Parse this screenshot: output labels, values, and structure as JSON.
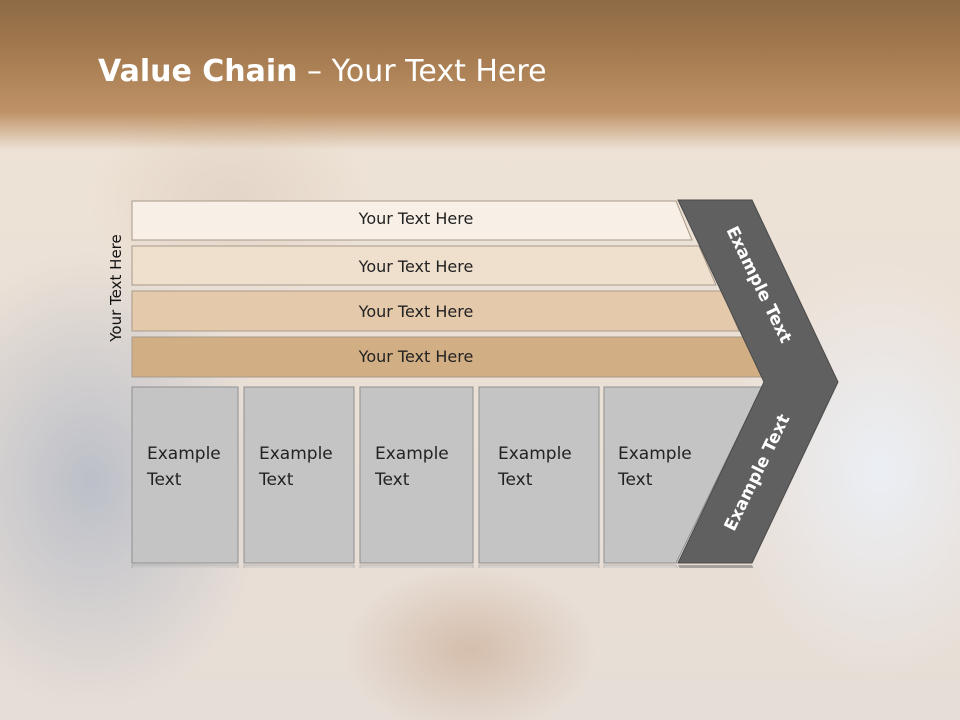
{
  "title": {
    "bold": "Value Chain",
    "rest": " – Your Text Here"
  },
  "side_label": "Your Text Here",
  "bars": [
    {
      "label": "Your Text Here",
      "color": "#f8efe6"
    },
    {
      "label": "Your Text Here",
      "color": "#efdfcd"
    },
    {
      "label": "Your Text Here",
      "color": "#e4c9ab"
    },
    {
      "label": "Your Text Here",
      "color": "#d2ae84"
    }
  ],
  "boxes": [
    {
      "line1": "Example",
      "line2": "Text"
    },
    {
      "line1": "Example",
      "line2": "Text"
    },
    {
      "line1": "Example",
      "line2": "Text"
    },
    {
      "line1": "Example",
      "line2": "Text"
    },
    {
      "line1": "Example",
      "line2": "Text"
    }
  ],
  "arrow": {
    "upper_label": "Example Text",
    "lower_label": "Example Text",
    "color": "#606060"
  },
  "colors": {
    "header": "#a87d52",
    "box_fill": "#c4c4c4",
    "box_border": "#8f8f8f"
  }
}
